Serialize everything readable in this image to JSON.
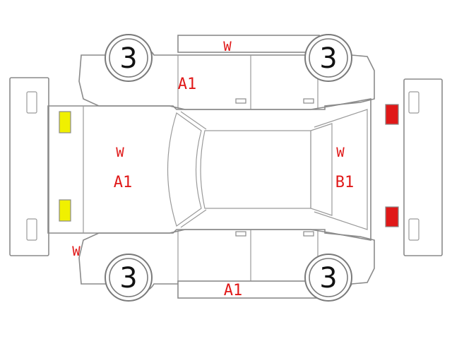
{
  "wheels": {
    "front_left": "3",
    "rear_left": "3",
    "front_right": "3",
    "rear_right": "3"
  },
  "marks": {
    "top_door_panel": "W",
    "top_a_pillar": "A1",
    "hood_line1": "W",
    "hood_line2": "A1",
    "front_corner": "W",
    "bottom_panel": "A1",
    "rear_line1": "W",
    "rear_line2": "B1"
  },
  "colors": {
    "headlight": "#f0f000",
    "taillight": "#e01818",
    "damage_text": "#e01818"
  },
  "icons": {
    "headlight": "headlight-icon",
    "taillight": "taillight-icon"
  }
}
